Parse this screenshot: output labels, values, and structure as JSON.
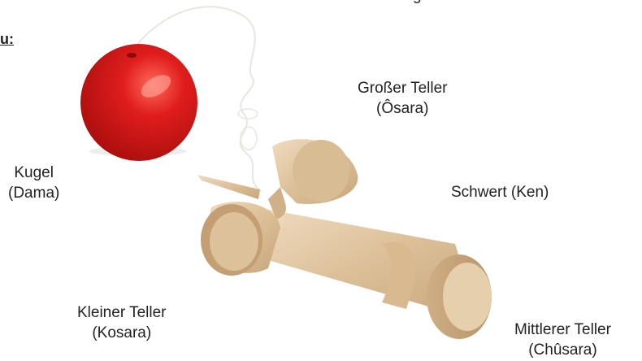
{
  "heading_fragment": "u:",
  "top_fragment": "g",
  "labels": {
    "ball": {
      "line1": "Kugel",
      "line2": "(Dama)"
    },
    "big_cup": {
      "line1": "Großer Teller",
      "line2": "(Ôsara)"
    },
    "spike": {
      "line1": "Schwert (Ken)"
    },
    "small_cup": {
      "line1": "Kleiner Teller",
      "line2": "(Kosara)"
    },
    "medium_cup": {
      "line1": "Mittlerer Teller",
      "line2": "(Chûsara)"
    }
  },
  "colors": {
    "ball": "#d41a1a",
    "wood": "#e2c7a2",
    "string": "#f4f4f0"
  }
}
